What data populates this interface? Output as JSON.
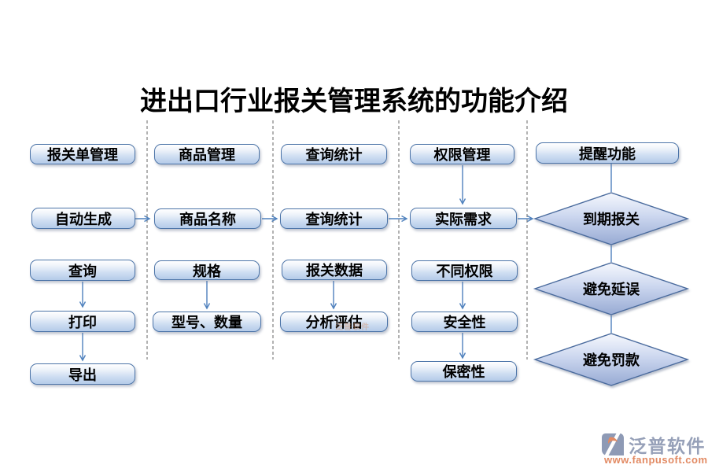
{
  "title": "进出口行业报关管理系统的功能介绍",
  "diagram_type": "flowchart",
  "columns": [
    {
      "header": "报关单管理",
      "items": [
        "自动生成",
        "查询",
        "打印",
        "导出"
      ]
    },
    {
      "header": "商品管理",
      "items": [
        "商品名称",
        "规格",
        "型号、数量"
      ]
    },
    {
      "header": "查询统计",
      "items": [
        "查询统计",
        "报关数据",
        "分析评估"
      ]
    },
    {
      "header": "权限管理",
      "items": [
        "实际需求",
        "不同权限",
        "安全性",
        "保密性"
      ]
    },
    {
      "header": "提醒功能",
      "items": [
        "到期报关",
        "避免延误",
        "避免罚款"
      ]
    }
  ],
  "connections": [
    "自动生成→商品名称",
    "商品名称→查询统计",
    "查询统计→实际需求",
    "实际需求→到期报关",
    "查询→打印",
    "打印→导出",
    "规格→型号、数量",
    "报关数据→分析评估",
    "权限管理→实际需求",
    "不同权限→安全性",
    "安全性→保密性",
    "提醒功能—到期报关",
    "到期报关—避免延误",
    "避免延误—避免罚款"
  ],
  "watermark": "泛普软件",
  "logo": {
    "name": "泛普软件",
    "url": "www.fanpusoft.com"
  },
  "colors": {
    "node_border": "#4c74a8",
    "node_fill_top": "#ffffff",
    "node_fill_bottom": "#b4cbe9",
    "diamond_fill_bottom": "#97aad3",
    "arrow": "#4f81bd",
    "divider": "#808080",
    "title_text": "#000000",
    "logo_text": "#96a0b8",
    "logo_url": "#e28a63"
  }
}
